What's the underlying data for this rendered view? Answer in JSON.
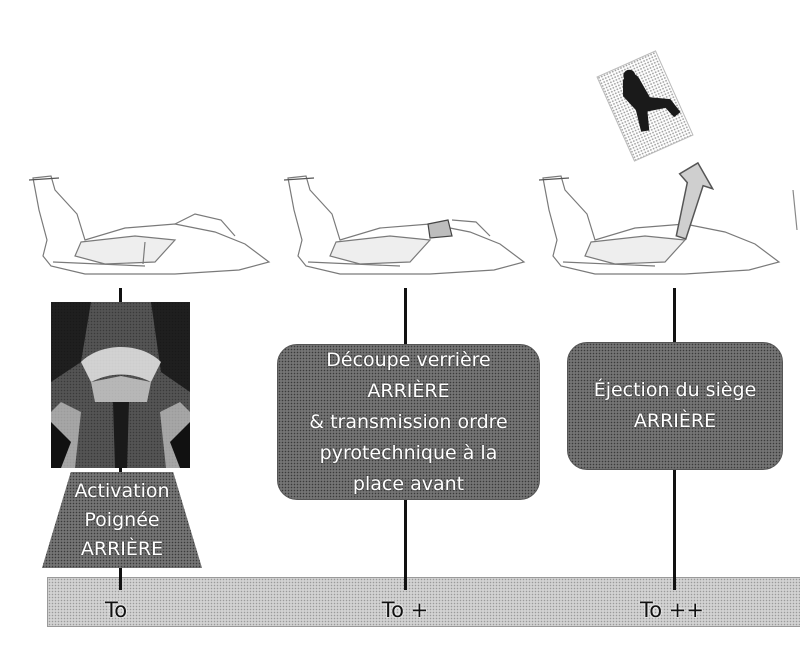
{
  "steps": [
    {
      "label": "Activation\nPoignée\nARRIÈRE",
      "time": "To"
    },
    {
      "label": "Découpe verrière\nARRIÈRE\n& transmission ordre\npyrotechnique à la\nplace avant",
      "time": "To +"
    },
    {
      "label": "Éjection du siège\nARRIÈRE",
      "time": "To ++"
    }
  ],
  "colors": {
    "box_fill": "#6a6a6a",
    "timeline_fill": "#c9c9c9",
    "line": "#111111"
  },
  "icons": [
    "jet-aircraft-icon",
    "ejection-handle-photo",
    "ejected-seat-icon",
    "ejection-arrow-icon"
  ]
}
